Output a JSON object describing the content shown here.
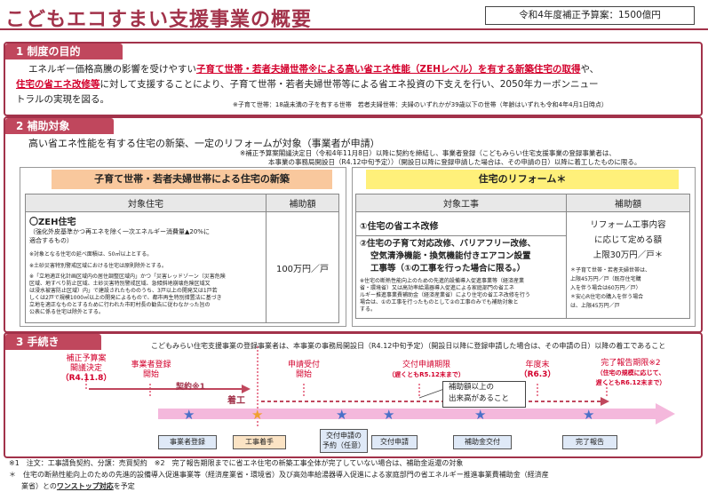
{
  "header": {
    "title": "こどもエコすまい支援事業の概要",
    "budget": "令和4年度補正予算案：1500億円"
  },
  "section1": {
    "head": "1 制度の目的",
    "line1_a": "エネルギー価格高騰の影響を受けやすい",
    "line1_b": "子育て世帯・若者夫婦世帯※による高い省エネ性能（ZEHレベル）を有する新築住宅の取得",
    "line1_c": "や、",
    "line2_a": "住宅の省エネ改修等",
    "line2_b": "に対して支援することにより、子育て世帯・若者夫婦世帯等による省エネ投資の下支えを行い、2050年カーボンニュー",
    "line3": "トラルの実現を図る。",
    "footnote": "※子育て世帯：18歳未満の子を有する世帯　若者夫婦世帯：夫婦のいずれかが39歳以下の世帯（年齢はいずれも令和4年4月1日時点）"
  },
  "section2": {
    "head": "2 補助対象",
    "intro": "高い省エネ性能を有する住宅の新築、一定のリフォームが対象（事業者が申請）",
    "note1": "※補正予算案閣議決定日（令和4年11月8日）以降に契約を締結し、事業者登録（こどもみらい住宅支援事業の登録事業者は、",
    "note2": "本事業の事務局開設日（R4.12中旬予定））（開設日以降に登録申請した場合は、その申請の日）以降に着工したものに限る。",
    "left_banner": "子育て世帯・若者夫婦世帯による住宅の新築",
    "right_banner": "住宅のリフォーム＊",
    "left_col1": "対象住宅",
    "left_col2": "補助額",
    "zeh_title": "〇ZEH住宅",
    "zeh_desc1": "（強化外皮基準かつ再エネを除く一次エネルギー消費量▲20%に",
    "zeh_desc2": "適合するもの）",
    "zeh_n1": "※対象となる住宅の延べ面積は、50㎡以上とする。",
    "zeh_n2": "※土砂災害特別警戒区域における住宅は原則除外とする。",
    "zeh_n3": "※「立地適正化計画区域内の居住調整区域内」かつ「災害レッドゾーン（災害危険",
    "zeh_n4": "区域、地すべり防止区域、土砂災害特別警戒区域、急傾斜地崩壊危険区域又",
    "zeh_n5": "は浸水被害防止区域）内」で建設されたもののうち、3戸以上の開発又は1戸若",
    "zeh_n6": "しくは2戸で規模1000㎡以上の開発によるもので、都市再生特別措置法に基づき",
    "zeh_n7": "立地を適正なものとするために行われた市町村長の勧告に従わなかった旨の",
    "zeh_n8": "公表に係る住宅は除外とする。",
    "left_amount": "100万円／戸",
    "right_col1": "対象工事",
    "right_col2": "補助額",
    "work1": "①住宅の省エネ改修",
    "work2a": "②住宅の子育て対応改修、バリアフリー改修、",
    "work2b": "空気清浄機能・換気機能付きエアコン設置",
    "work2c": "工事等（①の工事を行った場合に限る。）",
    "work_n1": "※住宅の断熱性能向上のための先進的設備導入促進事業等（経済産業",
    "work_n2": "省・環境省）又は高効率給湯器導入促進による家庭部門の省エネ",
    "work_n3": "ルギー推進事業費補助金（経済産業省）により住宅の省エネ改修を行う",
    "work_n4": "場合は、①の工事を行ったものとして②の工事のみでも補助対象と",
    "work_n5": "する。",
    "right_amt1": "リフォーム工事内容",
    "right_amt2": "に応じて定める額",
    "right_amt3": "上限30万円／戸＊",
    "right_amt_n1": "＊子育て世帯・若者夫婦世帯は、",
    "right_amt_n2": "上限45万円／戸（既存住宅購",
    "right_amt_n3": "入を伴う場合は60万円／戸）",
    "right_amt_n4": "＊安心R住宅の購入を伴う場合",
    "right_amt_n5": "は、上限45万円／戸"
  },
  "section3": {
    "head": "3 手続き",
    "top_note": "こどもみらい住宅支援事業の登録事業者は、本事業の事務局開設日（R4.12中旬予定）（開設日以降に登録申請した場合は、その申請の日）以降の着工であること",
    "step_budget_a": "補正予算案",
    "step_budget_b": "閣議決定",
    "step_budget_c": "（R4.11.8）",
    "step_reg_a": "事業者登録",
    "step_reg_b": "開始",
    "step_apply_a": "申請受付",
    "step_apply_b": "開始",
    "step_deadline_a": "交付申請期限",
    "step_deadline_b": "（遅くともR5.12末まで）",
    "step_fy_a": "年度末",
    "step_fy_b": "（R6.3）",
    "step_report_a": "完了報告期限※2",
    "step_report_b": "（住宅の規模に応じて、",
    "step_report_c": "遅くともR6.12末まで）",
    "contract": "契約※1",
    "construction": "着工",
    "callout_a": "補助額以上の",
    "callout_b": "出来高があること",
    "box_reg": "事業者登録",
    "box_start": "工事着手",
    "box_res_a": "交付申請の",
    "box_res_b": "予約（任意）",
    "box_apply": "交付申請",
    "box_grant": "補助金交付",
    "box_report": "完了報告"
  },
  "footer": {
    "n1": "※1　注文：工事請負契約、分譲：売買契約　※2　完了報告期限までに省エネ住宅の新築工事全体が完了していない場合は、補助金返還の対象",
    "n2a": "＊　住宅の断熱性能向上のための先進的設備導入促進事業等（経済産業省・環境省）及び高効率給湯器導入促進による家庭部門の省エネルギー推進事業費補助金（経済産",
    "n2b_a": "業省）との",
    "n2b_b": "ワンストップ対応",
    "n2b_c": "を予定"
  },
  "colors": {
    "accent": "#a2324a",
    "section_head": "#c0475d",
    "highlight_red": "#d3002c",
    "orange_banner": "#f9c89d",
    "yellow_banner": "#fff07a",
    "timeline_star": "#4a70c8"
  }
}
